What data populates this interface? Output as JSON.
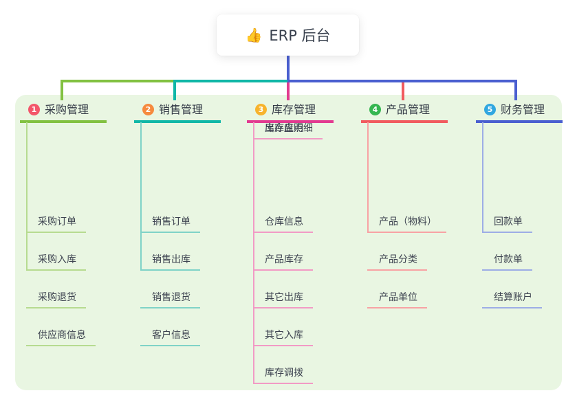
{
  "root": {
    "icon": "👍",
    "label": "ERP 后台"
  },
  "branches": [
    {
      "num": "1",
      "title": "采购管理",
      "items": [
        "采购订单",
        "采购入库",
        "采购退货",
        "供应商信息"
      ]
    },
    {
      "num": "2",
      "title": "销售管理",
      "items": [
        "销售订单",
        "销售出库",
        "销售退货",
        "客户信息"
      ]
    },
    {
      "num": "3",
      "title": "库存管理",
      "items": [
        "仓库信息",
        "产品库存",
        "其它出库",
        "其它入库",
        "库存调拨",
        "库存盘点",
        "出库库明细"
      ]
    },
    {
      "num": "4",
      "title": "产品管理",
      "items": [
        "产品（物料）",
        "产品分类",
        "产品单位"
      ]
    },
    {
      "num": "5",
      "title": "财务管理",
      "items": [
        "回款单",
        "付款单",
        "结算账户"
      ]
    }
  ],
  "colors": {
    "panel_background": "#e9f6e2",
    "root_connector_blue": "#4a5fd0",
    "branch_line_colors": [
      "#82c141",
      "#10b7a7",
      "#e23a90",
      "#f15b5f",
      "#4a5fd0"
    ],
    "branch_sub_line_colors": [
      "#b6db90",
      "#7fd3c7",
      "#f29ac5",
      "#f8a2a4",
      "#9dade6"
    ],
    "badge_colors": [
      "#f3566a",
      "#f68a3e",
      "#f7b32c",
      "#35b650",
      "#31a7e0"
    ]
  }
}
